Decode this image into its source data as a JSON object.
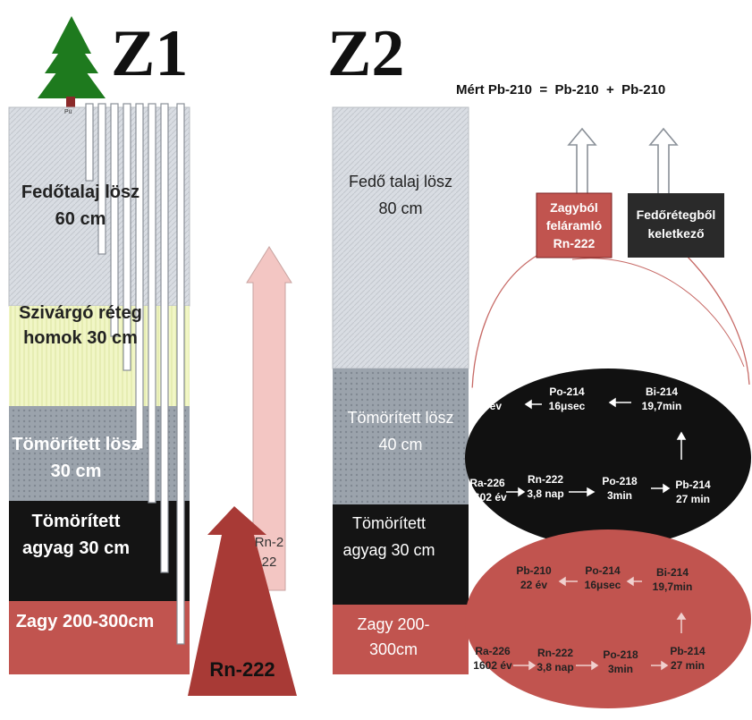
{
  "z1": {
    "title": "Z1",
    "layers": [
      {
        "label": "Fedőtalaj lösz 60 cm",
        "color": "#d9dde3"
      },
      {
        "label": "Szivárgó réteg homok 30 cm",
        "color": "#f1f6c6"
      },
      {
        "label": "Tömörített lösz 30 cm",
        "color": "#9ba3ac"
      },
      {
        "label": "Tömörített agyag 30 cm",
        "color": "#141414"
      },
      {
        "label": "Zagy 200-300cm",
        "color": "#c1544f"
      }
    ],
    "arrow_small_label": "Rn-222",
    "arrow_big_label": "Rn-222",
    "pipe_tag": "Pü"
  },
  "z2": {
    "title": "Z2",
    "layers": [
      {
        "label": "Fedő talaj lösz 80 cm",
        "color": "#d9dde3"
      },
      {
        "label": "Tömörített lösz 40 cm",
        "color": "#9ba3ac"
      },
      {
        "label": "Tömörített agyag 30 cm",
        "color": "#141414"
      },
      {
        "label": "Zagy 200-300cm",
        "color": "#c1544f"
      }
    ]
  },
  "equation": {
    "text": "Mért Pb-210  =  Pb-210  +  Pb-210"
  },
  "sources": {
    "from_tailings": "Zagyból feláramló Rn-222",
    "from_cover": "Fedőrétegből keletkező"
  },
  "decay_chain": {
    "ra226": "Ra-226",
    "ra226_time": "1602 év",
    "rn222": "Rn-222",
    "rn222_time": "3,8 nap",
    "po218": "Po-218",
    "po218_time": "3min",
    "pb214": "Pb-214",
    "pb214_time": "27 min",
    "bi214": "Bi-214",
    "bi214_time": "19,7min",
    "po214": "Po-214",
    "po214_time": "16μsec",
    "pb210": "Pb-210",
    "pb210_time": "22 év"
  },
  "colors": {
    "tree_green": "#1e7a1e",
    "trunk": "#8b2a2a",
    "tailings_red": "#c1544f",
    "dark_red": "#a83a36",
    "pink_arrow": "#f3c6c3",
    "black": "#111111"
  }
}
